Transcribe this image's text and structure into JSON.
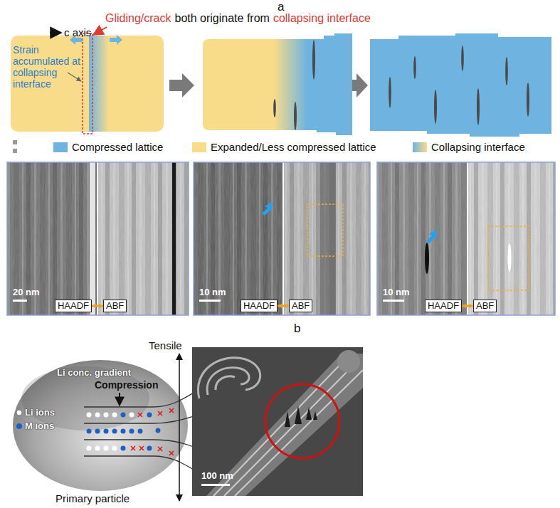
{
  "diagram": {
    "nodes": [
      {
        "text": [
          "HAADF"
        ]
      },
      {
        "text": [
          "ABF"
        ]
      },
      {
        "text": [
          "HAADF"
        ]
      },
      {
        "text": [
          "ABF"
        ]
      },
      {
        "text": [
          "HAADF"
        ]
      },
      {
        "text": [
          "ABF"
        ]
      }
    ],
    "edges": [
      {
        "from": 0,
        "to": 1,
        "arrow": "both"
      },
      {
        "from": 2,
        "to": 3,
        "arrow": "both"
      },
      {
        "from": 4,
        "to": 5,
        "arrow": "both"
      }
    ],
    "labels": [
      "a",
      "Gliding/crack",
      "both originate from",
      "collapsing interface",
      "c axis",
      "Strain accumulated at collapsing interface",
      "20 nm",
      "10 nm",
      "10 nm",
      "b",
      "Tensile",
      "Li conc. gradient",
      "Compression",
      "Li ions",
      "M ions",
      "Primary particle",
      "100 nm"
    ],
    "legend": [
      {
        "text": "Compressed lattice",
        "color": "#6fb3e0"
      },
      {
        "text": "Expanded/Less compressed lattice",
        "color": "#f8dc8a"
      },
      {
        "text": "Collapsing interface"
      }
    ]
  }
}
